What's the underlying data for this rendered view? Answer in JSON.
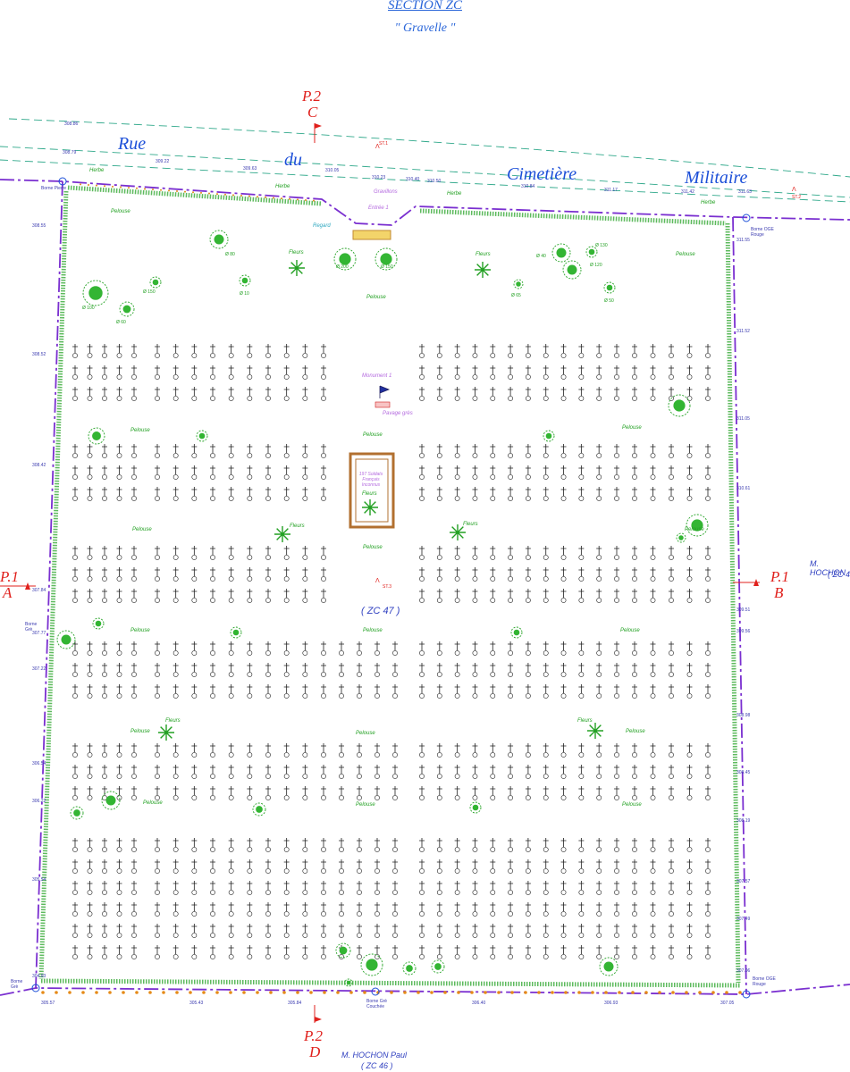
{
  "header": {
    "section": "SECTION ZC",
    "subtitle": "\" Gravelle \""
  },
  "street": {
    "words": [
      "Rue",
      "du",
      "Cimetière",
      "Militaire"
    ]
  },
  "profiles": {
    "p2_top": "P.2",
    "p2_top_letter": "C",
    "p2_bottom": "P.2",
    "p2_bottom_letter": "D",
    "p1_left": "P.1",
    "p1_left_letter": "A",
    "p1_right": "P.1",
    "p1_right_letter": "B"
  },
  "parcel": "( ZC 47 )",
  "neighbours": {
    "east_owner": "M. HOCHON",
    "east_parcel": "( ZC 4",
    "south_owner": "M. HOCHON Paul",
    "south_parcel": "( ZC 46 )"
  },
  "bornes": {
    "nw": "Borne Pierre",
    "ne": "Borne OGE Rouge",
    "w": "Borne Grè",
    "sw": "Borne Grè",
    "se": "Borne OGE Rouge",
    "s": "Borne Grè Couchée"
  },
  "labels": {
    "herbe": "Herbe",
    "pelouse": "Pelouse",
    "gravillons": "Gravillons",
    "entree": "Entrée 1",
    "regard": "Regard",
    "monument": "Monument 1",
    "pavage": "Pavage grès",
    "tomb": "197 Soldats Français Inconnus",
    "fleurs": "Fleurs",
    "st1": "ST.1",
    "st2": "ST.2",
    "st3": "ST.3"
  },
  "spot_heights": {
    "top": [
      "308.86",
      "308.79",
      "309.22",
      "309.63",
      "310.05",
      "310.23",
      "310.40",
      "310.50",
      "310.84",
      "311.17",
      "311.42",
      "311.63"
    ],
    "edge_west": [
      "308.55",
      "308.52",
      "308.42",
      "307.84",
      "307.77",
      "307.22",
      "306.54",
      "306.22",
      "305.54",
      "304.93"
    ],
    "edge_east": [
      "311.55",
      "311.52",
      "311.05",
      "310.61",
      "309.51",
      "309.56",
      "308.98",
      "308.45",
      "308.19",
      "307.57",
      "307.49",
      "307.06"
    ],
    "bottom": [
      "305.57",
      "305.43",
      "305.84",
      "306.40",
      "306.93",
      "307.05"
    ]
  },
  "trees": [
    {
      "label": "Ø 100"
    },
    {
      "label": "Ø 80"
    },
    {
      "label": "Ø 60"
    },
    {
      "label": "Ø 150"
    },
    {
      "label": "Ø 10"
    },
    {
      "label": "Ø 200"
    },
    {
      "label": "Ø 150"
    },
    {
      "label": "Ø 40"
    },
    {
      "label": "Ø 120"
    },
    {
      "label": "Ø 130"
    },
    {
      "label": "Ø 50"
    },
    {
      "label": "Ø 65"
    }
  ],
  "colors": {
    "boundary": "#7a2fd0",
    "hedge": "#27a327",
    "grave": "#202020",
    "heights": "#3b3bb0",
    "road": "#2fa88a",
    "profile": "#e0201c",
    "fence_dots": "#e58a18"
  }
}
